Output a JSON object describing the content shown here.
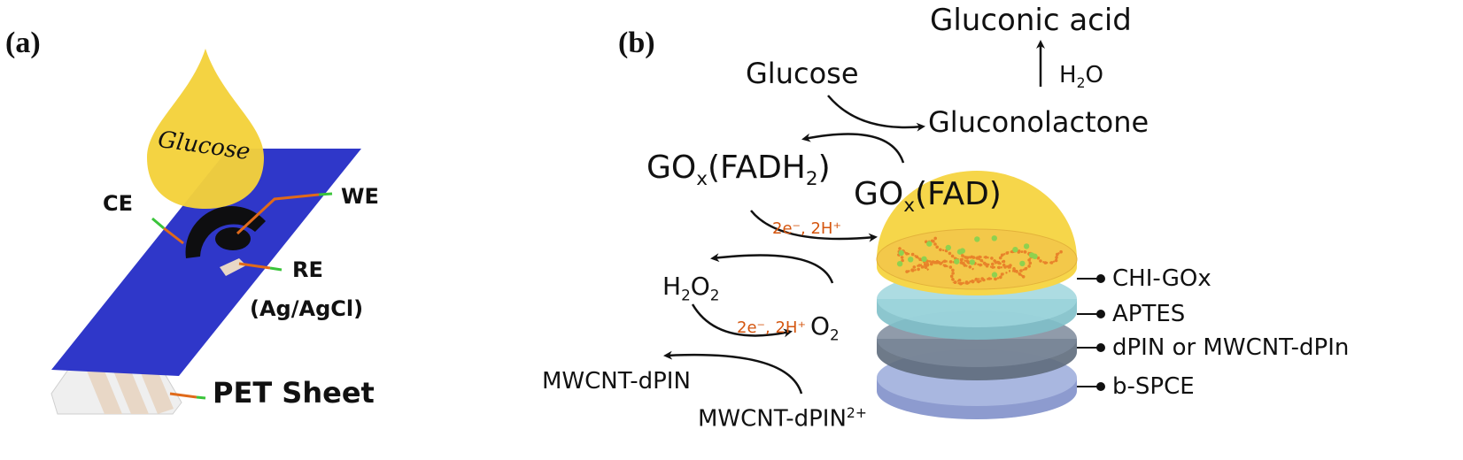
{
  "panel_a": {
    "label": "(a)",
    "glucose_drop_text": "Glucose",
    "counter_electrode": "CE",
    "working_electrode": "WE",
    "reference_electrode": "RE",
    "reference_detail": "(Ag/AgCl)",
    "substrate": "PET Sheet",
    "colors": {
      "strip": "#2f37c9",
      "drop": "#f4d13a",
      "electrode": "#0e0e10",
      "leader": "#e06a1a",
      "leader_tip": "#3bc43b"
    }
  },
  "panel_b": {
    "label": "(b)",
    "gluconic_acid": "Gluconic acid",
    "water_main": "H",
    "water_sub": "2",
    "water_end": "O",
    "glucose": "Glucose",
    "gluconolactone": "Gluconolactone",
    "gox_red_pre": "GO",
    "gox_red_sub": "x",
    "gox_red_post": "(FADH",
    "gox_red_sub2": "2",
    "gox_red_end": ")",
    "gox_ox_pre": "GO",
    "gox_ox_sub": "x",
    "gox_ox_post": "(FAD)",
    "electron_transfer_1": "2e⁻, 2H⁺",
    "electron_transfer_2": "2e⁻, 2H⁺",
    "h2o2_pre": "H",
    "h2o2_sub1": "2",
    "h2o2_mid": "O",
    "h2o2_sub2": "2",
    "o2_pre": "O",
    "o2_sub": "2",
    "mediator_reduced": "MWCNT-dPIN",
    "mediator_oxidized": "MWCNT-dPIN",
    "mediator_oxidized_sup": "2+",
    "layers": [
      "CHI-GOx",
      "APTES",
      "dPIN or MWCNT-dPIn",
      "b-SPCE"
    ],
    "colors": {
      "dome": "#f6d64a",
      "chain": "#e8832a",
      "enzyme": "#8fd14f",
      "aptes": "#9fd6dd",
      "dpin": "#7c8a9b",
      "spce": "#a9b7e0",
      "orange_text": "#d4550e"
    }
  }
}
